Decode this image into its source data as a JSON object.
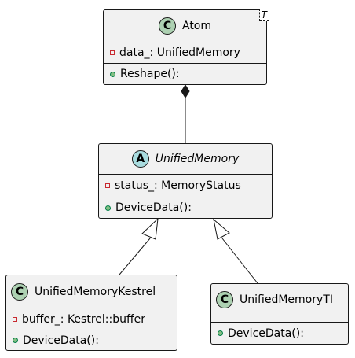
{
  "colors": {
    "class_badge": "#add1b2",
    "abstract_badge": "#a9dcdf",
    "private_marker": "#c82930",
    "public_marker": "#84be84",
    "box_fill": "#f1f1f1",
    "line": "#181818"
  },
  "atom": {
    "stereotype_letter": "C",
    "name": "Atom",
    "template_param": "T",
    "fields": [
      {
        "visibility": "private",
        "text": "data_: UnifiedMemory"
      }
    ],
    "methods": [
      {
        "visibility": "public",
        "text": "Reshape():"
      }
    ]
  },
  "unified_memory": {
    "stereotype_letter": "A",
    "name": "UnifiedMemory",
    "abstract": true,
    "fields": [
      {
        "visibility": "private",
        "text": "status_: MemoryStatus"
      }
    ],
    "methods": [
      {
        "visibility": "public",
        "text": "DeviceData():"
      }
    ]
  },
  "unified_memory_kestrel": {
    "stereotype_letter": "C",
    "name": "UnifiedMemoryKestrel",
    "fields": [
      {
        "visibility": "private",
        "text": "buffer_: Kestrel::buffer"
      }
    ],
    "methods": [
      {
        "visibility": "public",
        "text": "DeviceData():"
      }
    ]
  },
  "unified_memory_ti": {
    "stereotype_letter": "C",
    "name": "UnifiedMemoryTI",
    "fields": [],
    "methods": [
      {
        "visibility": "public",
        "text": "DeviceData():"
      }
    ]
  },
  "relations": [
    {
      "type": "composition",
      "from": "Atom",
      "to": "UnifiedMemory"
    },
    {
      "type": "inheritance",
      "from": "UnifiedMemoryKestrel",
      "to": "UnifiedMemory"
    },
    {
      "type": "inheritance",
      "from": "UnifiedMemoryTI",
      "to": "UnifiedMemory"
    }
  ]
}
